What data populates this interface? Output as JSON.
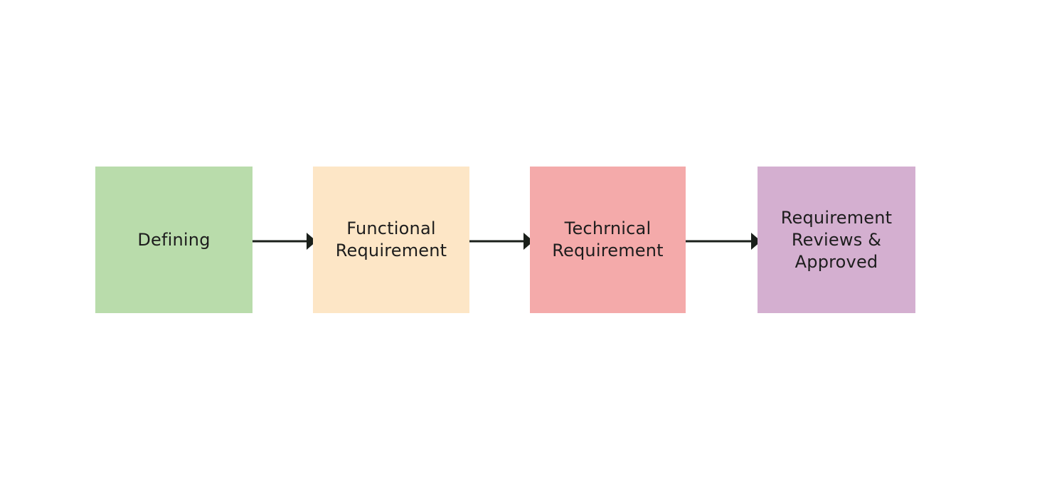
{
  "diagram": {
    "steps": [
      {
        "label": "Defining",
        "color": "#b9dcab"
      },
      {
        "label": "Functional Requirement",
        "color": "#fde6c6"
      },
      {
        "label": "Techrnical Requirement",
        "color": "#f4aaaa"
      },
      {
        "label": "Requirement Reviews & Approved",
        "color": "#d4afd0"
      }
    ],
    "arrow_color": "#1a1f1a"
  }
}
